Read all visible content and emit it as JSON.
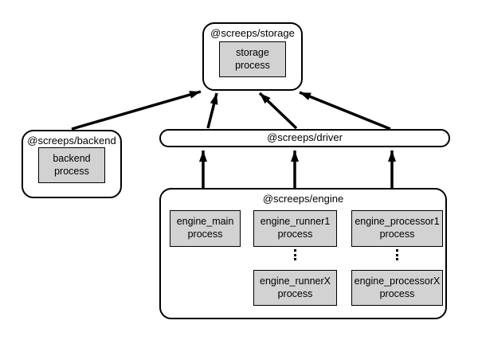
{
  "nodes": {
    "storage": {
      "label": "@screeps/storage",
      "process": "storage\nprocess"
    },
    "backend": {
      "label": "@screeps/backend",
      "process": "backend\nprocess"
    },
    "driver": {
      "label": "@screeps/driver"
    },
    "engine": {
      "label": "@screeps/engine",
      "main_process": "engine_main\nprocess",
      "runner1_process": "engine_runner1\nprocess",
      "processor1_process": "engine_processor1\nprocess",
      "runnerX_process": "engine_runnerX\nprocess",
      "processorX_process": "engine_processorX\nprocess"
    }
  },
  "edges": [
    {
      "from": "@screeps/backend",
      "to": "@screeps/storage"
    },
    {
      "from": "@screeps/driver",
      "to": "@screeps/storage"
    },
    {
      "from": "@screeps/driver",
      "to": "@screeps/storage"
    },
    {
      "from": "@screeps/driver",
      "to": "@screeps/storage"
    },
    {
      "from": "@screeps/engine",
      "to": "@screeps/driver"
    },
    {
      "from": "@screeps/engine",
      "to": "@screeps/driver"
    },
    {
      "from": "@screeps/engine",
      "to": "@screeps/driver"
    }
  ],
  "icons": {
    "vertical_ellipsis": "vertical-ellipsis"
  },
  "colors": {
    "background": "#ffffff",
    "node_fill": "#ffffff",
    "process_fill": "#d2d2d2",
    "line": "#000000",
    "text": "#000000"
  }
}
